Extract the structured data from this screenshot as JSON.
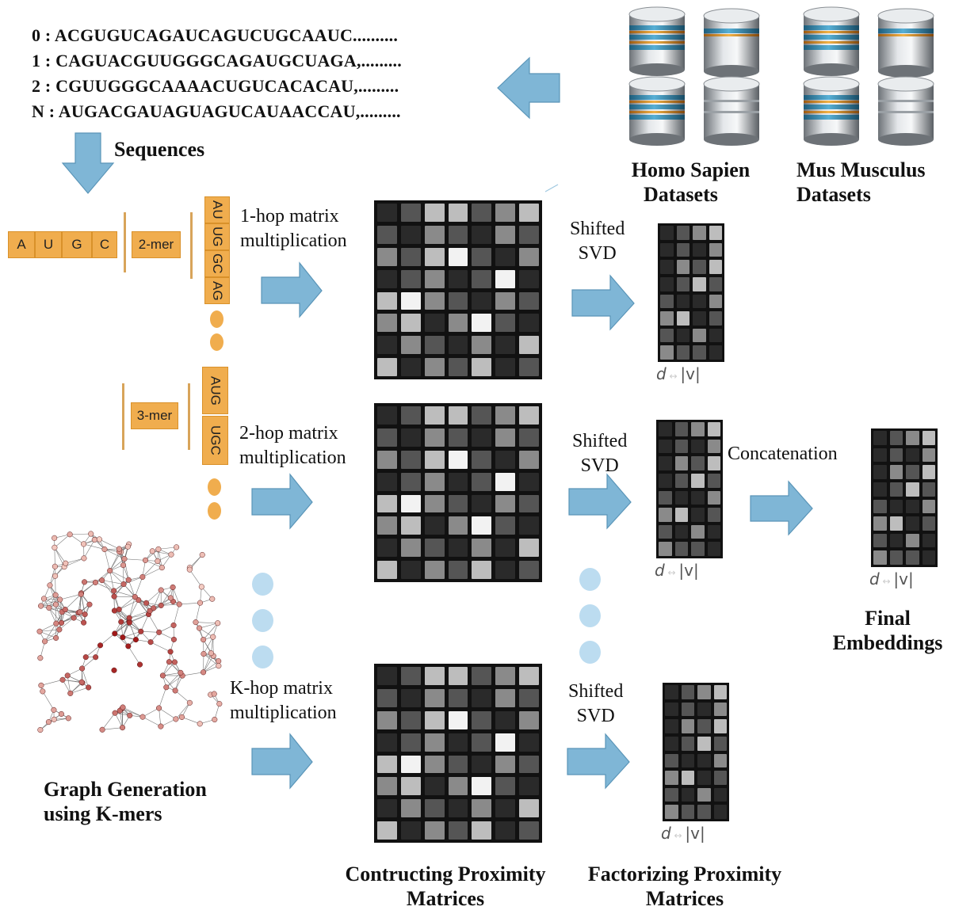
{
  "sequences": [
    "0 : ACGUGUCAGAUCAGUCUGCAAUC..........",
    "1 : CAGUACGUUGGGCAGAUGCUAGA,.........",
    "2 : CGUUGGGCAAAACUGUCACACAU,.........",
    "N : AUGACGAUAGUAGUCAUAACCAU,........."
  ],
  "sequences_label": "Sequences",
  "datasets": {
    "homo_line1": "Homo Sapien",
    "homo_line2": "Datasets",
    "mus_line1": "Mus Musculus",
    "mus_line2": "Datasets"
  },
  "kmers": {
    "nucleotides": [
      "A",
      "U",
      "G",
      "C"
    ],
    "two_mer_label": "2-mer",
    "two_mers": [
      "AU",
      "UG",
      "GC",
      "AG"
    ],
    "three_mer_label": "3-mer",
    "three_mers": [
      "AUG",
      "UGC"
    ]
  },
  "hops": {
    "hop1_line1": "1-hop matrix",
    "hop1_line2": "multiplication",
    "hop2_line1": "2-hop matrix",
    "hop2_line2": "multiplication",
    "hopk_line1": "K-hop matrix",
    "hopk_line2": "multiplication"
  },
  "svd": {
    "line1": "Shifted",
    "line2": "SVD"
  },
  "concatenation_label": "Concatenation",
  "embedding_axis": {
    "d": "d",
    "v": "|v|"
  },
  "final_embeddings": {
    "line1": "Final",
    "line2": "Embeddings"
  },
  "graph_generation": {
    "line1": "Graph Generation",
    "line2": "using K-mers"
  },
  "constructing": {
    "line1": "Contructing Proximity",
    "line2": "Matrices"
  },
  "factorizing": {
    "line1": "Factorizing Proximity",
    "line2": "Matrices"
  },
  "colors": {
    "arrow_fill": "#7fb6d6",
    "arrow_stroke": "#5a95b8",
    "kmer_box": "#f0ad4e",
    "node_dark": "#a01818",
    "node_light": "#f7d2c8"
  }
}
